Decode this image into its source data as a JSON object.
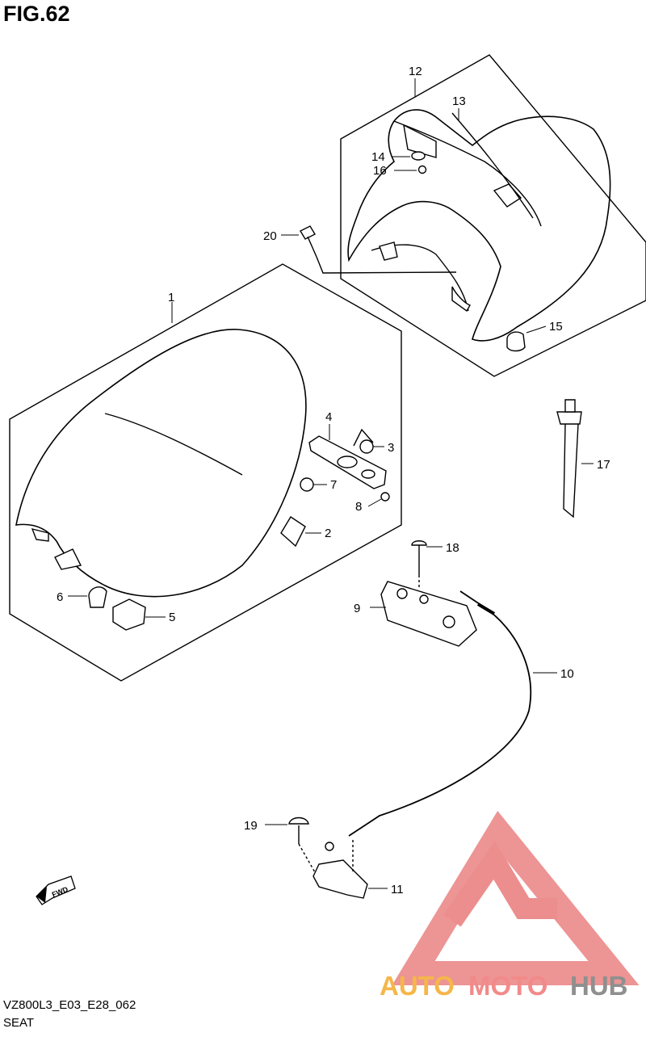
{
  "figure": {
    "title": "FIG.62",
    "model_code": "VZ800L3_E03_E28_062",
    "section_name": "SEAT"
  },
  "watermark": {
    "text_auto": "AUTO",
    "text_moto": "MOTO",
    "text_hub": "HUB",
    "colors": {
      "auto": "#f5b64a",
      "moto": "#f28a8a",
      "hub": "#8f8f8f",
      "triangle": "#ec8e8e"
    }
  },
  "direction_marker": {
    "label": "FWD"
  },
  "callouts": [
    {
      "id": "c1",
      "label": "1"
    },
    {
      "id": "c2",
      "label": "2"
    },
    {
      "id": "c3",
      "label": "3"
    },
    {
      "id": "c4",
      "label": "4"
    },
    {
      "id": "c5",
      "label": "5"
    },
    {
      "id": "c6",
      "label": "6"
    },
    {
      "id": "c7",
      "label": "7"
    },
    {
      "id": "c8",
      "label": "8"
    },
    {
      "id": "c9",
      "label": "9"
    },
    {
      "id": "c10",
      "label": "10"
    },
    {
      "id": "c11",
      "label": "11"
    },
    {
      "id": "c12",
      "label": "12"
    },
    {
      "id": "c13",
      "label": "13"
    },
    {
      "id": "c14",
      "label": "14"
    },
    {
      "id": "c15",
      "label": "15"
    },
    {
      "id": "c16",
      "label": "16"
    },
    {
      "id": "c17",
      "label": "17"
    },
    {
      "id": "c18",
      "label": "18"
    },
    {
      "id": "c19",
      "label": "19"
    },
    {
      "id": "c20",
      "label": "20"
    }
  ]
}
